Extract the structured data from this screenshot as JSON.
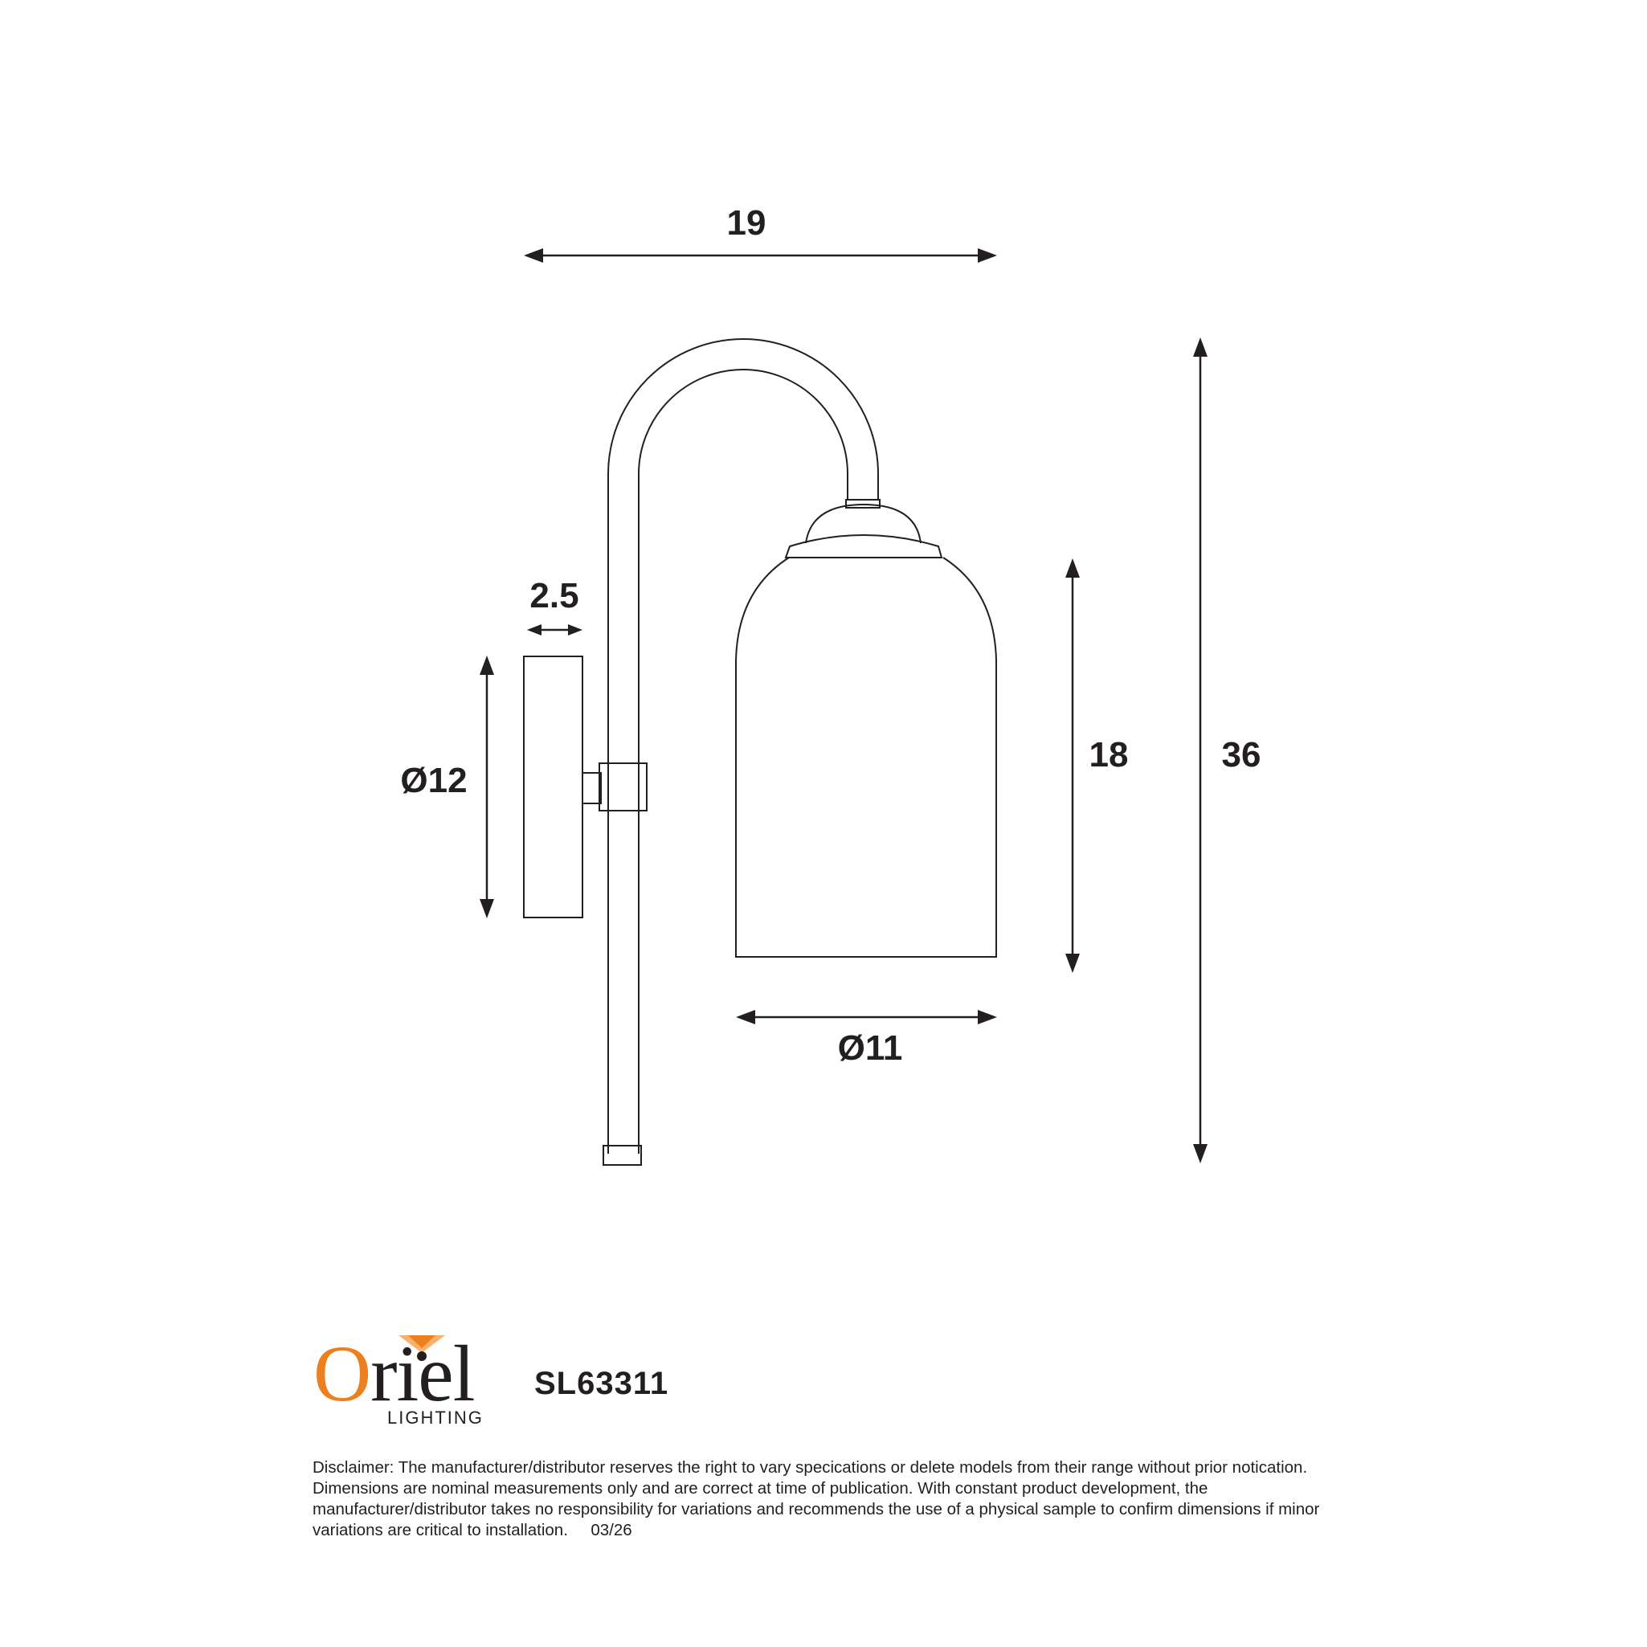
{
  "dimensions": {
    "width_top": "19",
    "height_total": "36",
    "shade_height": "18",
    "shade_diameter": "Ø11",
    "backplate_diameter": "Ø12",
    "backplate_depth": "2.5"
  },
  "brand": {
    "logo_first": "O",
    "logo_rest": "riel",
    "logo_sub": "LIGHTING",
    "colors": {
      "accent": "#ee7f1f",
      "ink": "#231f20"
    }
  },
  "model": "SL63311",
  "disclaimer": {
    "line1": "Disclaimer: The manufacturer/distributor reserves the right to vary specications or delete models from their range without prior notication.",
    "line2": "Dimensions are nominal measurements only and are correct at time of publication. With constant product development, the",
    "line3": "manufacturer/distributor takes no responsibility for variations and recommends the use of a physical sample to confirm dimensions if minor",
    "line4": "variations are critical to installation.     03/26"
  }
}
